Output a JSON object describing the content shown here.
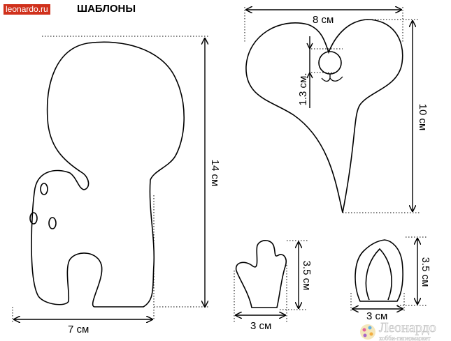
{
  "header": {
    "logo_text": "leonardo.ru",
    "title": "ШАБЛОНЫ"
  },
  "templates": {
    "body": {
      "width_label": "7 см",
      "height_label": "14 см"
    },
    "head": {
      "width_label": "8 см",
      "height_label": "10 см",
      "nose_label": "1.3 см."
    },
    "paw": {
      "width_label": "3 см",
      "height_label": "3.5 см"
    },
    "ear": {
      "width_label": "3 см",
      "height_label": "3.5 см"
    }
  },
  "watermark": {
    "name": "Леонардо",
    "tagline": "хобби-гипермаркет"
  }
}
